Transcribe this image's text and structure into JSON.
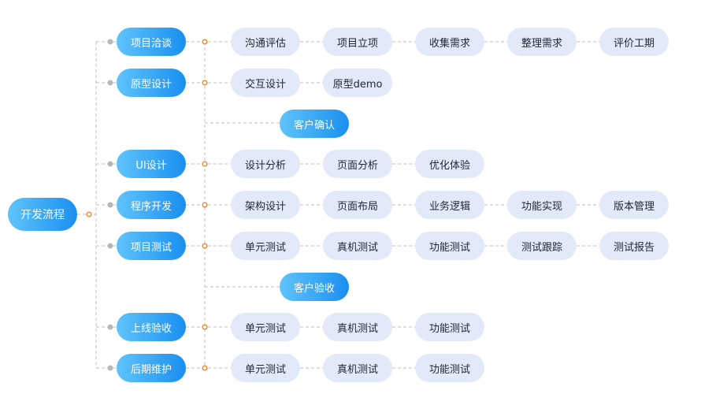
{
  "root": "开发流程",
  "stages": [
    {
      "label": "项目洽谈",
      "steps": [
        "沟通评估",
        "项目立项",
        "收集需求",
        "整理需求",
        "评价工期"
      ]
    },
    {
      "label": "原型设计",
      "steps": [
        "交互设计",
        "原型demo"
      ]
    },
    {
      "label": "UI设计",
      "steps": [
        "设计分析",
        "页面分析",
        "优化体验"
      ]
    },
    {
      "label": "程序开发",
      "steps": [
        "架构设计",
        "页面布局",
        "业务逻辑",
        "功能实现",
        "版本管理"
      ]
    },
    {
      "label": "项目测试",
      "steps": [
        "单元测试",
        "真机测试",
        "功能测试",
        "测试跟踪",
        "测试报告"
      ]
    },
    {
      "label": "上线验收",
      "steps": [
        "单元测试",
        "真机测试",
        "功能测试"
      ]
    },
    {
      "label": "后期维护",
      "steps": [
        "单元测试",
        "真机测试",
        "功能测试"
      ]
    }
  ],
  "milestones": [
    "客户确认",
    "客户验收"
  ],
  "colors": {
    "node_gradient_start": "#5fc4fb",
    "node_gradient_end": "#1a8ff0",
    "step_bg": "#e2e9f9",
    "connector": "#c0c0c0",
    "junction_dot": "#f5892f"
  }
}
